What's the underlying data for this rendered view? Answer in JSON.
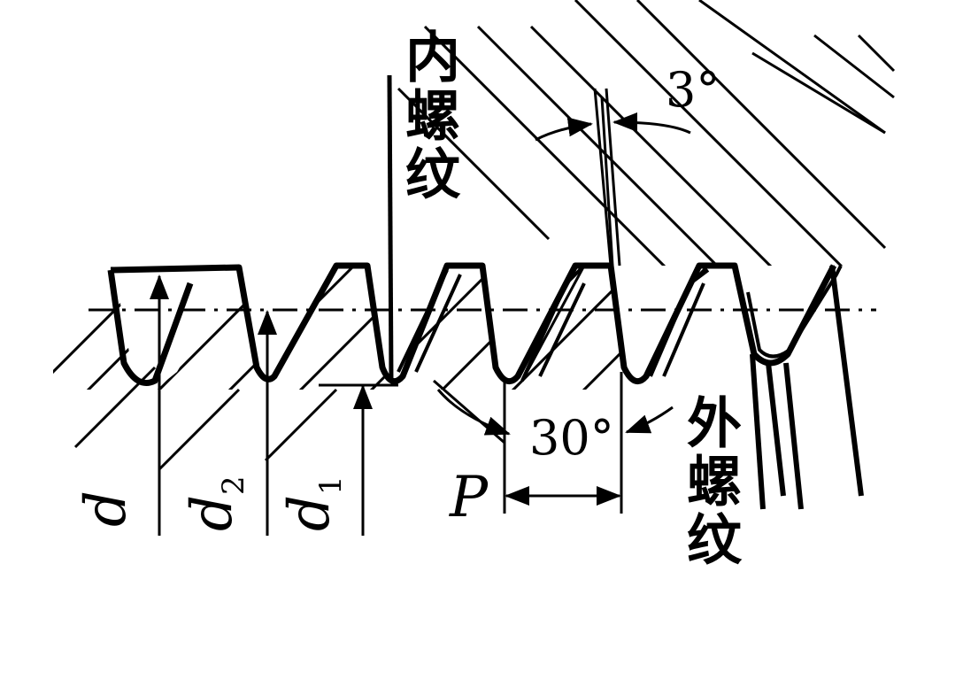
{
  "labels": {
    "internal_thread": "内螺纹",
    "external_thread": "外螺纹",
    "angle_small": "3°",
    "angle_large": "30°",
    "pitch": "P",
    "major_diameter": "d",
    "pitch_diameter": "d",
    "pitch_diameter_sub": "2",
    "minor_diameter": "d",
    "minor_diameter_sub": "1"
  },
  "colors": {
    "line": "#000000",
    "background": "#ffffff"
  }
}
